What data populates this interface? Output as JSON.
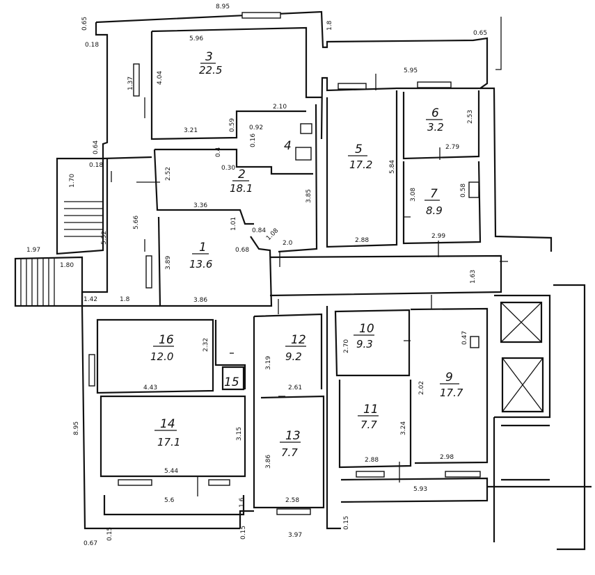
{
  "rooms": [
    {
      "id": "1",
      "number": "1",
      "area": "13.6"
    },
    {
      "id": "2",
      "number": "2",
      "area": "18.1"
    },
    {
      "id": "3",
      "number": "3",
      "area": "22.5"
    },
    {
      "id": "4",
      "number": "4",
      "area": ""
    },
    {
      "id": "5",
      "number": "5",
      "area": "17.2"
    },
    {
      "id": "6",
      "number": "6",
      "area": "3.2"
    },
    {
      "id": "7",
      "number": "7",
      "area": "8.9"
    },
    {
      "id": "9",
      "number": "9",
      "area": "17.7"
    },
    {
      "id": "10",
      "number": "10",
      "area": "9.3"
    },
    {
      "id": "11",
      "number": "11",
      "area": "7.7"
    },
    {
      "id": "12",
      "number": "12",
      "area": "9.2"
    },
    {
      "id": "13",
      "number": "13",
      "area": "7.7"
    },
    {
      "id": "14",
      "number": "14",
      "area": "17.1"
    },
    {
      "id": "15",
      "number": "15",
      "area": ""
    },
    {
      "id": "16",
      "number": "16",
      "area": "12.0"
    }
  ],
  "dimensions": {
    "top_overall": "8.95",
    "top_left_wall": "0.65",
    "top_left_offset": "0.18",
    "r3_width": "5.96",
    "r3_window_height": "1.37",
    "r3_height": "4.04",
    "corridor_top_right": "1.8",
    "r3_bottom": "3.21",
    "r4_height_a": "0.59",
    "r4_width": "0.92",
    "r4_top": "2.10",
    "r4_side": "0.16",
    "r2_small_a": "0.4",
    "r2_small_b": "0.30",
    "wall_left_a": "0.64",
    "r2_left_height": "2.52",
    "stair_width": "1.70",
    "stair_top": "0.18",
    "stair_side": "5.66",
    "r2_width": "3.36",
    "stair_low": "5.52",
    "r2_right": "3.85",
    "r1_a": "1.01",
    "r1_b": "0.84",
    "r1_c": "1.08",
    "r1_d": "0.68",
    "r1_e": "2.0",
    "entry_left": "1.97",
    "entry_width": "1.80",
    "r1_height": "3.89",
    "r1_width": "3.86",
    "entry_a": "1.42",
    "entry_b": "1.8",
    "right_top_wall": "0.65",
    "r5_width": "5.95",
    "r6_height": "2.53",
    "r6_bottom": "2.79",
    "r5_height": "5.84",
    "r7_height": "3.08",
    "r7_small": "0.58",
    "r5_bottom": "2.88",
    "r7_bottom": "2.99",
    "corridor_side": "1.63",
    "r11_height": "2.70",
    "r9_small": "0.47",
    "r16_side": "2.32",
    "r12_height": "3.19",
    "r16_bottom": "4.43",
    "r12_bottom": "2.61",
    "r10_height": "3.24",
    "r9_left": "2.02",
    "left_overall": "8.95",
    "r14_height": "3.15",
    "r13_height": "3.86",
    "r10_bottom": "2.88",
    "r9_bottom": "2.98",
    "r14_bottom": "5.44",
    "r14_outer": "5.6",
    "r14_outer_side": "1.6",
    "r13_bottom": "2.58",
    "bottom_right": "5.93",
    "bottom_a": "0.67",
    "bottom_b": "0.15",
    "bottom_c": "0.15",
    "bottom_overall": "3.97",
    "bottom_d": "0.15"
  }
}
